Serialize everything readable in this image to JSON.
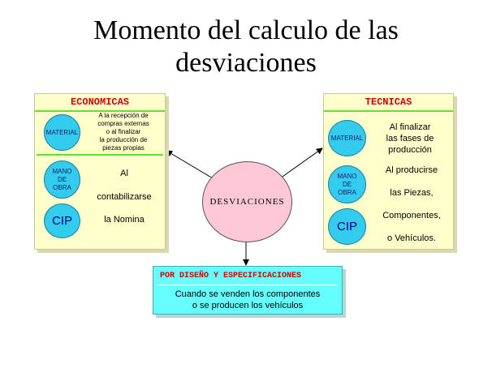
{
  "title_line1": "Momento del calculo de las",
  "title_line2": "desviaciones",
  "left_panel": {
    "header": "ECONOMICAS",
    "material_label": "MATERIAL",
    "material_text_lines": [
      "A la recepción de",
      "compras externas",
      "o al finalizar",
      "la producción de",
      "piezas propias"
    ],
    "mano_label_lines": [
      "MANO",
      "DE",
      "OBRA"
    ],
    "cip_label": "CIP",
    "text_al": "Al",
    "text_contabilizarse": "contabilizarse",
    "text_nomina": "la Nomina"
  },
  "right_panel": {
    "header": "TECNICAS",
    "material_label": "MATERIAL",
    "material_text_lines": [
      "Al finalizar",
      "las fases de",
      "producción"
    ],
    "mano_label_lines": [
      "MANO",
      "DE",
      "OBRA"
    ],
    "cip_label": "CIP",
    "text_lines": [
      "Al producirse",
      "las Piezas,",
      "Componentes,",
      "o Vehículos."
    ]
  },
  "center_label": "DESVIACIONES",
  "bottom_box": {
    "header": "POR DISEÑO Y ESPECIFICACIONES",
    "line1": "Cuando se venden los componentes",
    "line2": "o se producen los vehículos"
  }
}
